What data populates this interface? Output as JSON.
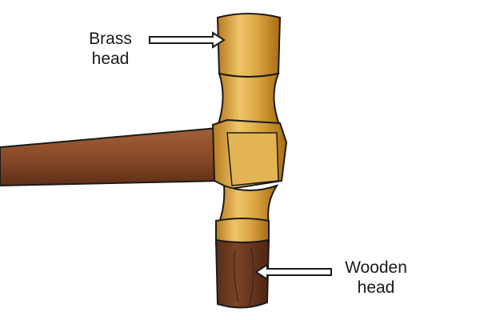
{
  "labels": {
    "brass_head": {
      "line1": "Brass",
      "line2": "head"
    },
    "wooden_head": {
      "line1": "Wooden",
      "line2": "head"
    }
  },
  "colors": {
    "brass_light": "#f0c46a",
    "brass_mid": "#d9a441",
    "brass_dark": "#a86b12",
    "handle_light": "#9a5a35",
    "handle_dark": "#5e2f17",
    "wood_head": "#6b3a20",
    "outline": "#1a1a1a",
    "arrow_fill": "#ffffff"
  }
}
